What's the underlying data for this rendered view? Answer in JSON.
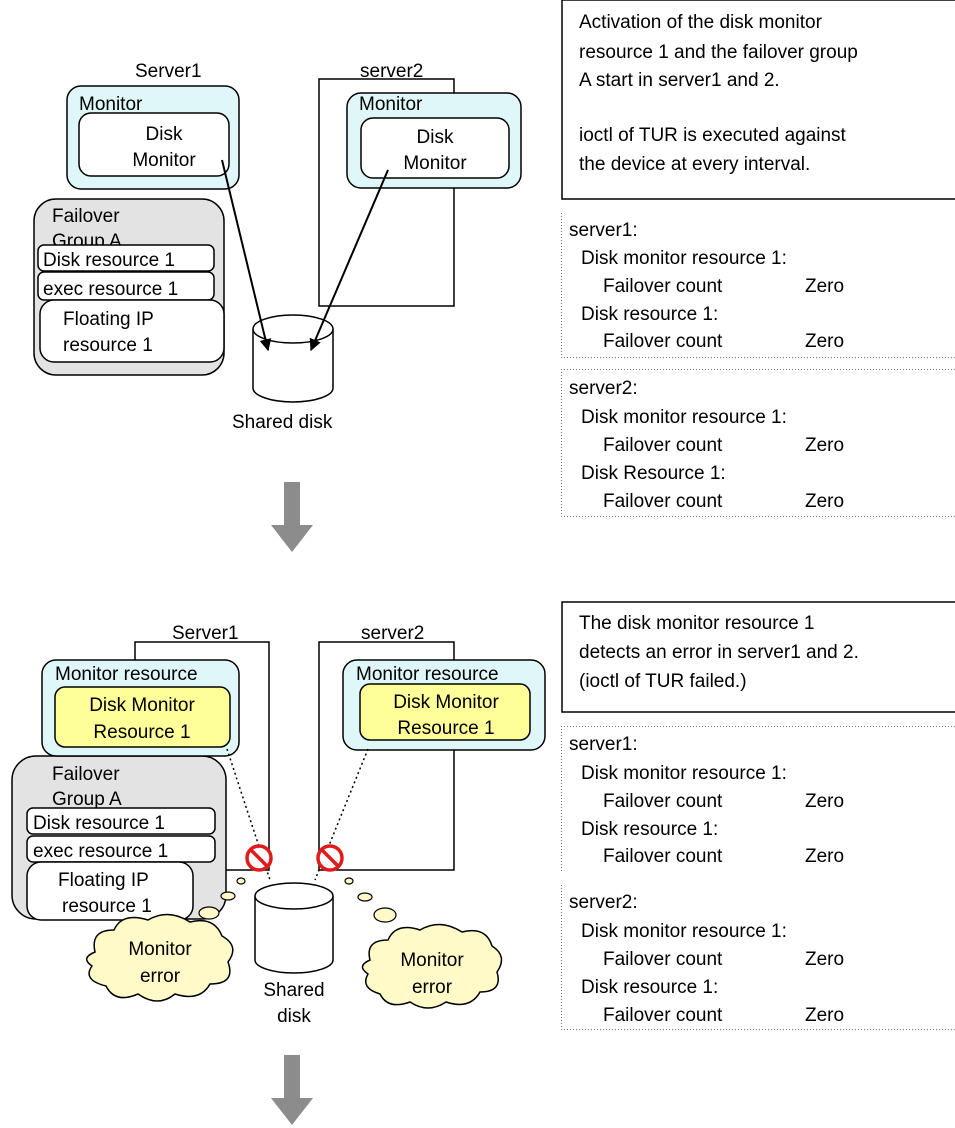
{
  "colors": {
    "monitor_box": "#dff7f9",
    "disk_monitor_fill": "#ffffff",
    "disk_monitor_error_fill": "#ffff99",
    "failover_group": "#e3e3e3",
    "cloud": "#fffac8",
    "arrow": "#8c8c8c",
    "prohibit": "#e11b1b"
  },
  "icons": [
    "prohibited-icon",
    "down-arrow-icon",
    "cloud-icon",
    "cylinder-disk-icon"
  ],
  "top": {
    "server1_label": "Server1",
    "server2_label": "server2",
    "server1_monitor": {
      "title": "Monitor",
      "disk_monitor": [
        "Disk",
        "Monitor"
      ]
    },
    "server2_monitor": {
      "title": "Monitor",
      "disk_monitor": [
        "Disk",
        "Monitor"
      ]
    },
    "failover_group": {
      "title": [
        "Failover",
        "Group A"
      ],
      "resources": [
        "Disk resource 1",
        "exec resource 1"
      ],
      "floating_ip": [
        "Floating IP",
        "resource 1"
      ]
    },
    "shared_disk": "Shared disk",
    "description": [
      "Activation of the disk monitor",
      "resource 1 and the failover group",
      "A start in server1 and 2.",
      "",
      "ioctl of TUR is executed against",
      "the device at every interval."
    ],
    "server1_status": [
      "server1:",
      "Disk monitor resource 1:",
      "  Failover count        Zero",
      "Disk resource 1:",
      "  Failover count        Zero"
    ],
    "server2_status": [
      "server2:",
      "Disk monitor resource 1:",
      "  Failover count        Zero",
      "Disk Resource 1:",
      "  Failover count        Zero"
    ]
  },
  "bottom": {
    "server1_label": "Server1",
    "server2_label": "server2",
    "server1_monitor": {
      "title": "Monitor resource",
      "disk_monitor": [
        "Disk Monitor",
        "Resource 1"
      ]
    },
    "server2_monitor": {
      "title": "Monitor resource",
      "disk_monitor": [
        "Disk Monitor",
        "Resource 1"
      ]
    },
    "failover_group": {
      "title": [
        "Failover",
        "Group A"
      ],
      "resources": [
        "Disk resource 1",
        "exec resource 1"
      ],
      "floating_ip": [
        "Floating IP",
        "resource 1"
      ]
    },
    "shared_disk": [
      "Shared",
      "disk"
    ],
    "cloud_left": [
      "Monitor",
      "error"
    ],
    "cloud_right": [
      "Monitor",
      "error"
    ],
    "description": [
      "The disk monitor resource 1",
      "detects an error in server1 and 2.",
      "(ioctl of TUR failed.)"
    ],
    "server1_status": [
      "server1:",
      "Disk monitor resource 1:",
      "  Failover count        Zero",
      "Disk resource 1:",
      "  Failover count        Zero"
    ],
    "server2_status": [
      "server2:",
      "Disk monitor resource 1:",
      "  Failover count        Zero",
      "Disk resource 1:",
      "  Failover count        Zero"
    ]
  }
}
